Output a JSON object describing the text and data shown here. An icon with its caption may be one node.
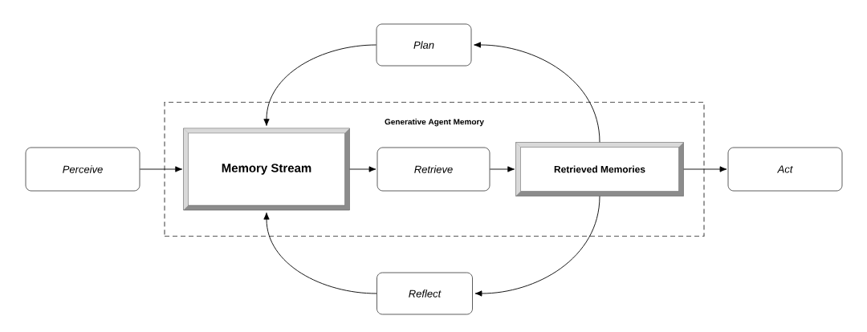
{
  "diagram": {
    "nodes": [
      {
        "text": [
          "Generative Agent Memory"
        ]
      },
      {
        "text": [
          "Plan"
        ]
      },
      {
        "text": [
          "Perceive"
        ]
      },
      {
        "text": [
          "Memory Stream"
        ],
        "in": 0
      },
      {
        "text": [
          "Retrieve"
        ],
        "in": 0
      },
      {
        "text": [
          "Retrieved Memories"
        ],
        "in": 0
      },
      {
        "text": [
          "Act"
        ]
      },
      {
        "text": [
          "Reflect"
        ]
      }
    ],
    "edges": [
      {
        "from": 2,
        "to": 3,
        "arrow": "to"
      },
      {
        "from": 3,
        "to": 4,
        "arrow": "to"
      },
      {
        "from": 4,
        "to": 5,
        "arrow": "to"
      },
      {
        "from": 5,
        "to": 6,
        "arrow": "to"
      },
      {
        "from": 5,
        "to": 1,
        "arrow": "to"
      },
      {
        "from": 1,
        "to": 3,
        "arrow": "to"
      },
      {
        "from": 5,
        "to": 7,
        "arrow": "to"
      },
      {
        "from": 7,
        "to": 3,
        "arrow": "to"
      }
    ]
  }
}
